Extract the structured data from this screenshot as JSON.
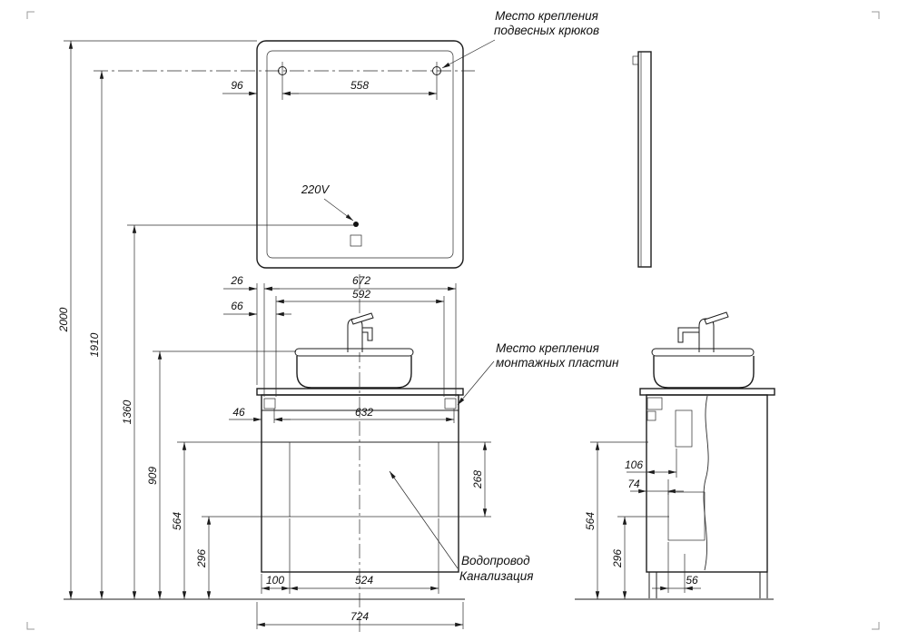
{
  "annotations": {
    "hooks_line1": "Место крепления",
    "hooks_line2": "подвесных крюков",
    "plates_line1": "Место крепления",
    "plates_line2": "монтажных пластин",
    "voltage": "220V",
    "water": "Водопровод",
    "sewer": "Канализация"
  },
  "dimensions": {
    "hook_offset": "96",
    "hook_span": "558",
    "height_total": "2000",
    "height_hooks": "1910",
    "height_outlet": "1360",
    "height_basin": "909",
    "height_drawer": "564",
    "height_cutout_bottom": "296",
    "chain_26": "26",
    "chain_672": "672",
    "chain_592": "592",
    "chain_66": "66",
    "plate_46": "46",
    "plate_632": "632",
    "cutout_height": "268",
    "cutout_offset": "100",
    "cutout_width": "524",
    "width_total": "724",
    "side_106": "106",
    "side_74": "74",
    "side_height_564": "564",
    "side_height_296": "296",
    "side_56": "56"
  }
}
